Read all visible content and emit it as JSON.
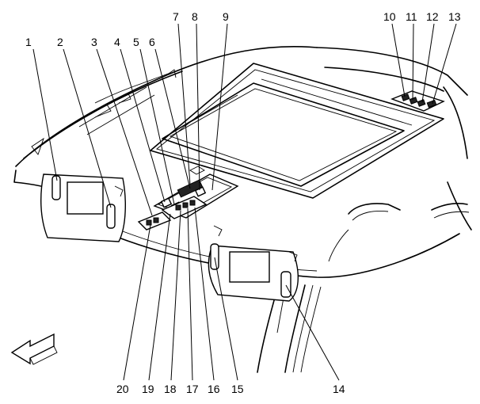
{
  "callouts": [
    "1",
    "2",
    "3",
    "4",
    "5",
    "6",
    "7",
    "8",
    "9",
    "10",
    "11",
    "12",
    "13",
    "14",
    "15",
    "16",
    "17",
    "18",
    "19",
    "20"
  ],
  "icons": {
    "direction_arrow": "front-direction-arrow-icon"
  }
}
